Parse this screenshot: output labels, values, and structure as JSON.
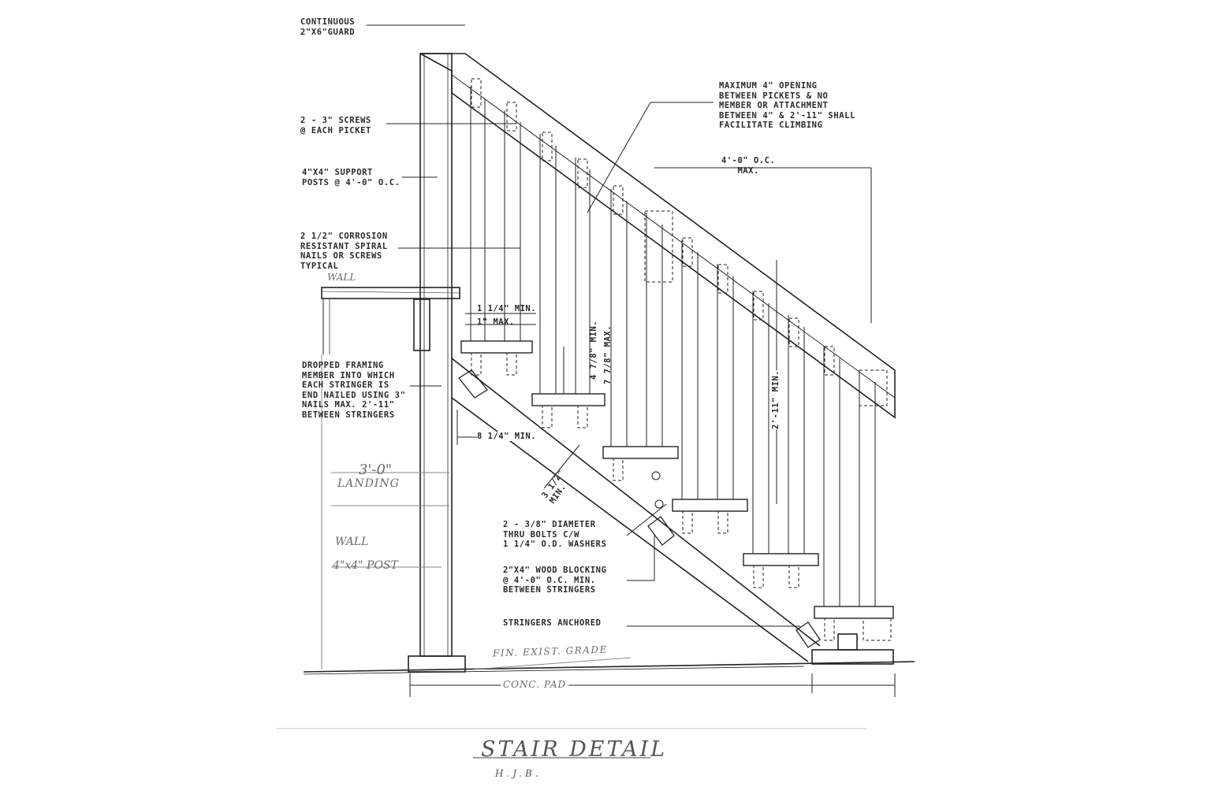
{
  "notes": {
    "guard": "CONTINUOUS\n2\"X6\"GUARD",
    "screws": "2 - 3\" SCREWS\n@ EACH PICKET",
    "posts": "4\"X4\" SUPPORT\nPOSTS @ 4'-0\" O.C.",
    "nails": "2 1/2\" CORROSION\nRESISTANT SPIRAL\nNAILS OR SCREWS\nTYPICAL",
    "framing": "DROPPED FRAMING\nMEMBER INTO WHICH\nEACH STRINGER IS\nEND NAILED USING 3\"\nNAILS MAX. 2'-11\"\nBETWEEN STRINGERS",
    "opening": "MAXIMUM 4\" OPENING\nBETWEEN PICKETS & NO\nMEMBER OR ATTACHMENT\nBETWEEN 4\" & 2'-11\" SHALL\nFACILITATE CLIMBING",
    "bolts": "2 - 3/8\" DIAMETER\nTHRU BOLTS C/W\n1 1/4\" O.D. WASHERS",
    "blocking": "2\"X4\" WOOD BLOCKING\n@ 4'-0\" O.C. MIN.\nBETWEEN STRINGERS",
    "anchored": "STRINGERS ANCHORED"
  },
  "dimensions": {
    "spacing": "4'-0\" O.C.\nMAX.",
    "nosing_min": "1 1/4\" MIN.",
    "nosing_max": "1\" MAX.",
    "rise_min": "4 7/8\" MIN.",
    "rise_max": "7 7/8\" MAX.",
    "run_min": "8 1/4\" MIN.",
    "stringer_min": "3 1/2\"\nMIN.",
    "guard_height": "2'-11\" MIN."
  },
  "handwritten": {
    "wall_top": "WALL",
    "landing_dim": "3'-0\"",
    "landing": "LANDING",
    "wall_lower": "WALL",
    "post": "4\"x4\" POST",
    "grade": "FIN. EXIST. GRADE",
    "pad": "CONC. PAD"
  },
  "title": {
    "text": "STAIR DETAIL",
    "initials": "H.J.B."
  }
}
